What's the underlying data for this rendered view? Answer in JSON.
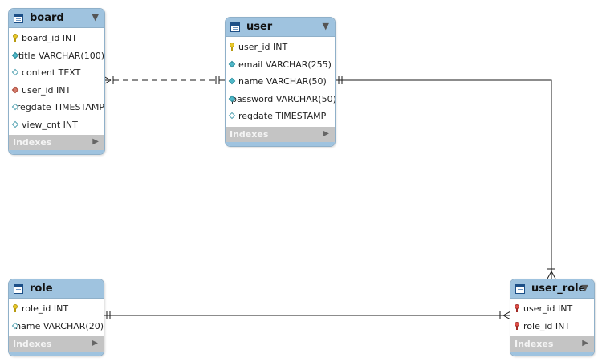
{
  "tables": {
    "board": {
      "name": "board",
      "columns": [
        {
          "label": "board_id INT",
          "icon": "primary-key-icon"
        },
        {
          "label": "title VARCHAR(100)",
          "icon": "non-null-column-icon"
        },
        {
          "label": "content TEXT",
          "icon": "nullable-column-icon"
        },
        {
          "label": "user_id INT",
          "icon": "foreign-key-column-icon"
        },
        {
          "label": "regdate TIMESTAMP",
          "icon": "nullable-column-icon"
        },
        {
          "label": "view_cnt INT",
          "icon": "nullable-column-icon"
        }
      ],
      "indexes_label": "Indexes"
    },
    "user": {
      "name": "user",
      "columns": [
        {
          "label": "user_id INT",
          "icon": "primary-key-icon"
        },
        {
          "label": "email VARCHAR(255)",
          "icon": "non-null-column-icon"
        },
        {
          "label": "name VARCHAR(50)",
          "icon": "non-null-column-icon"
        },
        {
          "label": "password VARCHAR(50)",
          "icon": "non-null-column-icon"
        },
        {
          "label": "regdate TIMESTAMP",
          "icon": "nullable-column-icon"
        }
      ],
      "indexes_label": "Indexes"
    },
    "role": {
      "name": "role",
      "columns": [
        {
          "label": "role_id INT",
          "icon": "primary-key-icon"
        },
        {
          "label": "name VARCHAR(20)",
          "icon": "nullable-column-icon"
        }
      ],
      "indexes_label": "Indexes"
    },
    "user_role": {
      "name": "user_role",
      "columns": [
        {
          "label": "user_id INT",
          "icon": "primary-foreign-key-icon"
        },
        {
          "label": "role_id INT",
          "icon": "primary-foreign-key-icon"
        }
      ],
      "indexes_label": "Indexes"
    }
  },
  "relationships": [
    {
      "from": "board",
      "to": "user",
      "style": "dashed",
      "from_end": "crow-foot-one-or-many",
      "to_end": "one-and-only-one"
    },
    {
      "from": "user",
      "to": "user_role",
      "style": "solid",
      "from_end": "one-and-only-one",
      "to_end": "crow-foot-one-or-many"
    },
    {
      "from": "role",
      "to": "user_role",
      "style": "solid",
      "from_end": "one-and-only-one",
      "to_end": "crow-foot-one-or-many"
    }
  ],
  "colors": {
    "header": "#9fc3df",
    "border": "#8fb0c9",
    "indexes_bar": "#c4c4c4",
    "line": "#1a1a1a"
  }
}
